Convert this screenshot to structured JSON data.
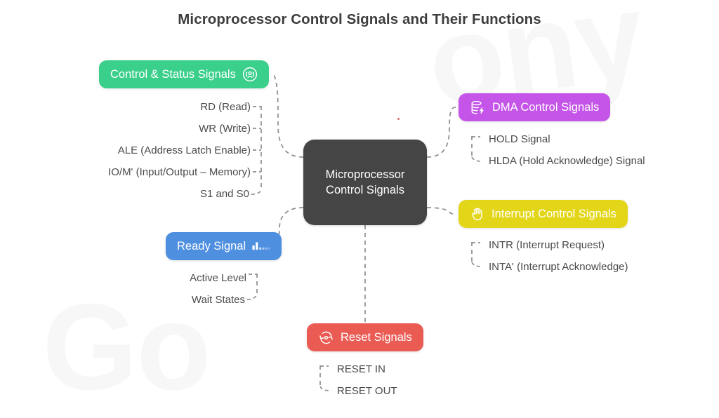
{
  "page": {
    "title": "Microprocessor Control Signals and Their Functions",
    "watermark_left": "Go",
    "watermark_right": "ony",
    "background_color": "#ffffff"
  },
  "center": {
    "label": "Microprocessor\nControl Signals",
    "line1": "Microprocessor",
    "line2": "Control Signals",
    "color": "#454545"
  },
  "branches": [
    {
      "id": "control-status",
      "label": "Control & Status Signals",
      "color": "#3ACF8B",
      "icon": "broadcast-antenna-icon",
      "icon_side": "right",
      "side": "left",
      "children": [
        "RD (Read)",
        "WR (Write)",
        "ALE (Address Latch Enable)",
        "IO/M' (Input/Output – Memory)",
        "S1 and S0"
      ]
    },
    {
      "id": "ready-signal",
      "label": "Ready Signal",
      "color": "#4E8FE0",
      "icon": "signal-bars-icon",
      "icon_side": "right",
      "side": "left",
      "children": [
        "Active Level",
        "Wait States"
      ]
    },
    {
      "id": "dma-control",
      "label": "DMA Control Signals",
      "color": "#C455E8",
      "icon": "database-bolt-icon",
      "icon_side": "left",
      "side": "right",
      "children": [
        "HOLD Signal",
        "HLDA (Hold Acknowledge) Signal"
      ]
    },
    {
      "id": "interrupt-control",
      "label": "Interrupt Control Signals",
      "color": "#E3D619",
      "icon": "hand-stop-icon",
      "icon_side": "left",
      "side": "right",
      "children": [
        "INTR (Interrupt Request)",
        "INTA' (Interrupt Acknowledge)"
      ]
    },
    {
      "id": "reset-signals",
      "label": "Reset Signals",
      "color": "#EA5B54",
      "icon": "reset-refresh-icon",
      "icon_side": "left",
      "side": "bottom",
      "children": [
        "RESET IN",
        "RESET OUT"
      ]
    }
  ],
  "connector": {
    "color": "#8d8d8d",
    "style": "dashed"
  }
}
